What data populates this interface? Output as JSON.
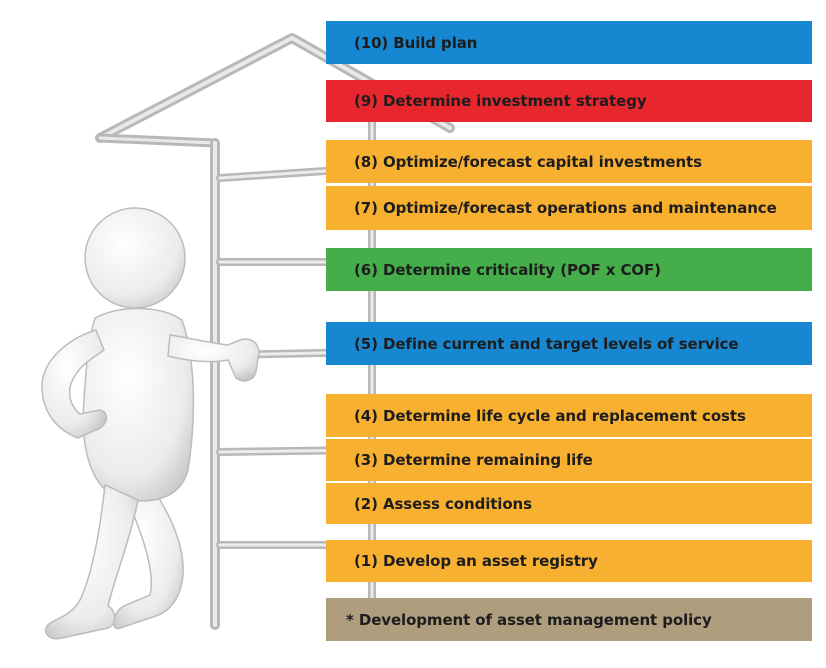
{
  "colors": {
    "blue": "#1787d2",
    "red": "#e8262d",
    "orange": "#f8b031",
    "green": "#45ad49",
    "tan": "#ae9e7d"
  },
  "steps": [
    {
      "label": "(10) Build plan",
      "color": "blue",
      "icon": "none"
    },
    {
      "label": "(9) Determine investment strategy",
      "color": "red",
      "icon": "none"
    },
    {
      "label": "(8) Optimize/forecast capital investments",
      "color": "orange",
      "icon": "none"
    },
    {
      "label": "(7) Optimize/forecast operations and maintenance",
      "color": "orange",
      "icon": "none"
    },
    {
      "label": "(6) Determine criticality (POF x COF)",
      "color": "green",
      "icon": "none"
    },
    {
      "label": "(5) Define current and target levels of service",
      "color": "blue",
      "icon": "none"
    },
    {
      "label": "(4) Determine life cycle and replacement costs",
      "color": "orange",
      "icon": "none"
    },
    {
      "label": "(3) Determine remaining life",
      "color": "orange",
      "icon": "none"
    },
    {
      "label": "(2) Assess conditions",
      "color": "orange",
      "icon": "none"
    },
    {
      "label": "(1) Develop an asset registry",
      "color": "orange",
      "icon": "none"
    }
  ],
  "policy": {
    "label": "* Development of asset management policy",
    "color": "tan"
  },
  "illustration": {
    "icon": "stick-figure-leaning-on-house-frame-icon"
  }
}
